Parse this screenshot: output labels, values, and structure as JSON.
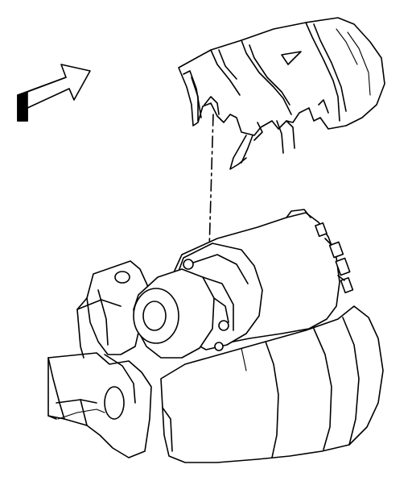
{
  "diagram": {
    "parts": [
      {
        "id": "direction-arrow",
        "icon": "arrow-icon"
      },
      {
        "id": "heat-shield",
        "icon": "shield-icon"
      },
      {
        "id": "starter-motor",
        "icon": "motor-icon"
      },
      {
        "id": "solenoid",
        "icon": "solenoid-icon"
      },
      {
        "id": "engine-block",
        "icon": "engine-icon"
      }
    ],
    "colors": {
      "line": "#000000",
      "background": "#ffffff",
      "arrow_fill": "#000000"
    }
  }
}
